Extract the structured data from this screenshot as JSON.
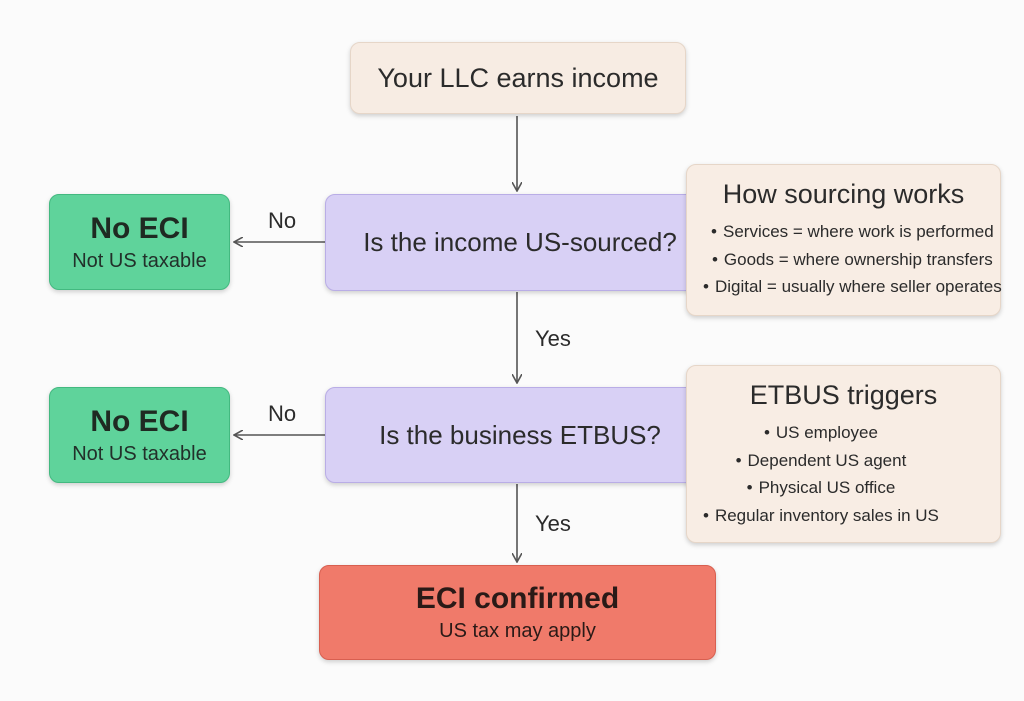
{
  "start": {
    "label": "Your LLC earns income"
  },
  "decision1": {
    "label": "Is the income US-sourced?"
  },
  "decision2": {
    "label": "Is the business ETBUS?"
  },
  "no_eci_1": {
    "title": "No ECI",
    "subtitle": "Not US taxable"
  },
  "no_eci_2": {
    "title": "No ECI",
    "subtitle": "Not US taxable"
  },
  "eci_confirmed": {
    "title": "ECI confirmed",
    "subtitle": "US tax may apply"
  },
  "edge_labels": {
    "no_1": "No",
    "yes_1": "Yes",
    "no_2": "No",
    "yes_2": "Yes"
  },
  "sourcing_panel": {
    "title": "How sourcing works",
    "items": [
      "Services = where work is performed",
      "Goods = where ownership transfers",
      "Digital = usually where seller operates"
    ]
  },
  "etbus_panel": {
    "title": "ETBUS triggers",
    "items": [
      "US employee",
      "Dependent US agent",
      "Physical US office",
      "Regular inventory sales in US"
    ]
  },
  "colors": {
    "start": "#f7ece3",
    "decision": "#d8d0f5",
    "no_eci": "#5fd39b",
    "eci_confirmed": "#f07a6a",
    "info_panel": "#f8ede4",
    "arrow": "#555555"
  }
}
